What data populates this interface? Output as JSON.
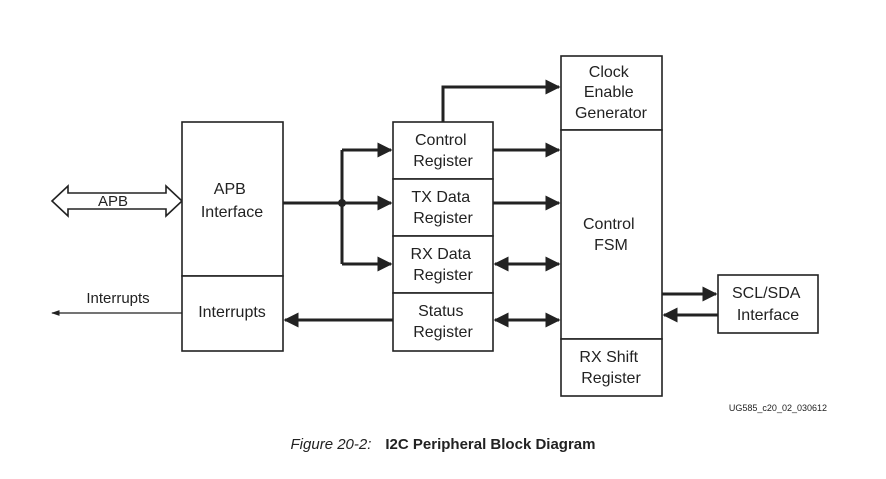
{
  "diagram": {
    "blocks": {
      "apb_interface": [
        "APB",
        "Interface"
      ],
      "interrupts_block": [
        "Interrupts"
      ],
      "control_register": [
        "Control",
        "Register"
      ],
      "tx_data_register": [
        "TX Data",
        "Register"
      ],
      "rx_data_register": [
        "RX Data",
        "Register"
      ],
      "status_register": [
        "Status",
        "Register"
      ],
      "clock_enable_generator": [
        "Clock",
        "Enable",
        "Generator"
      ],
      "control_fsm": [
        "Control",
        "FSM"
      ],
      "rx_shift_register": [
        "RX Shift",
        "Register"
      ],
      "scl_sda_interface": [
        "SCL/SDA",
        "Interface"
      ]
    },
    "apb_bus_label": "APB",
    "interrupts_output_label": "Interrupts",
    "figure_id": "UG585_c20_02_030612"
  },
  "caption": {
    "figure_number": "Figure 20-2:",
    "title": "I2C Peripheral Block Diagram"
  }
}
